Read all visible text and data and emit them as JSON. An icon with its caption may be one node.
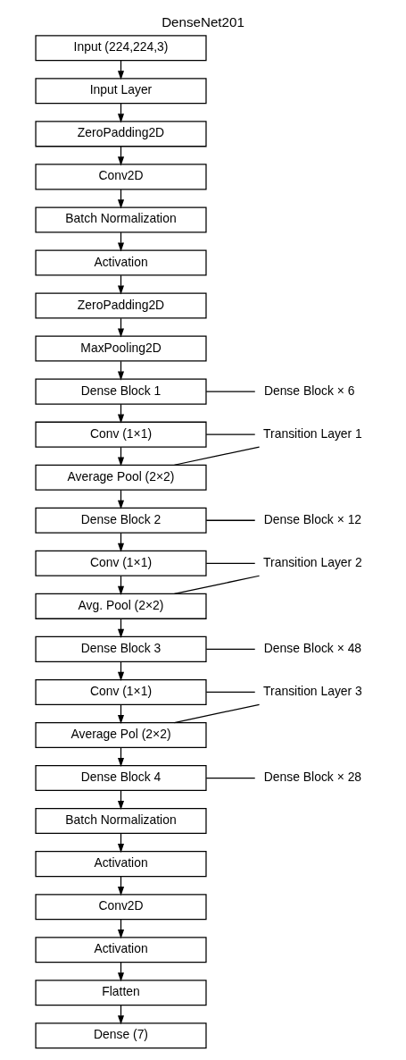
{
  "diagram": {
    "title": "DenseNet201",
    "nodes": [
      {
        "text": [
          "Input (224,224,3)"
        ]
      },
      {
        "text": [
          "Input Layer"
        ]
      },
      {
        "text": [
          "ZeroPadding2D"
        ]
      },
      {
        "text": [
          "Conv2D"
        ]
      },
      {
        "text": [
          "Batch Normalization"
        ]
      },
      {
        "text": [
          "Activation"
        ]
      },
      {
        "text": [
          "ZeroPadding2D"
        ]
      },
      {
        "text": [
          "MaxPooling2D"
        ]
      },
      {
        "text": [
          "Dense Block 1"
        ]
      },
      {
        "text": [
          "Conv (1×1)"
        ]
      },
      {
        "text": [
          "Average Pool (2×2)"
        ]
      },
      {
        "text": [
          "Dense Block 2"
        ]
      },
      {
        "text": [
          "Conv (1×1)"
        ]
      },
      {
        "text": [
          "Avg. Pool (2×2)"
        ]
      },
      {
        "text": [
          "Dense Block 3"
        ]
      },
      {
        "text": [
          "Conv (1×1)"
        ]
      },
      {
        "text": [
          "Average Pol (2×2)"
        ]
      },
      {
        "text": [
          "Dense Block 4"
        ]
      },
      {
        "text": [
          "Batch Normalization"
        ]
      },
      {
        "text": [
          "Activation"
        ]
      },
      {
        "text": [
          "Conv2D"
        ]
      },
      {
        "text": [
          "Activation"
        ]
      },
      {
        "text": [
          "Flatten"
        ]
      },
      {
        "text": [
          "Dense (7)"
        ]
      },
      {
        "text": [
          "Dense Block × 6"
        ]
      },
      {
        "text": [
          "Transition Layer 1"
        ]
      },
      {
        "text": [
          "Dense Block × 12"
        ]
      },
      {
        "text": [
          "Transition Layer 2"
        ]
      },
      {
        "text": [
          "Dense Block × 48"
        ]
      },
      {
        "text": [
          "Transition Layer 3"
        ]
      },
      {
        "text": [
          "Dense Block × 28"
        ]
      }
    ],
    "edges": [
      {
        "from": 0,
        "to": 1,
        "arrow": "to"
      },
      {
        "from": 1,
        "to": 2,
        "arrow": "to"
      },
      {
        "from": 2,
        "to": 3,
        "arrow": "to"
      },
      {
        "from": 3,
        "to": 4,
        "arrow": "to"
      },
      {
        "from": 4,
        "to": 5,
        "arrow": "to"
      },
      {
        "from": 5,
        "to": 6,
        "arrow": "to"
      },
      {
        "from": 6,
        "to": 7,
        "arrow": "to"
      },
      {
        "from": 7,
        "to": 8,
        "arrow": "to"
      },
      {
        "from": 8,
        "to": 9,
        "arrow": "to"
      },
      {
        "from": 9,
        "to": 10,
        "arrow": "to"
      },
      {
        "from": 10,
        "to": 11,
        "arrow": "to"
      },
      {
        "from": 11,
        "to": 12,
        "arrow": "to"
      },
      {
        "from": 12,
        "to": 13,
        "arrow": "to"
      },
      {
        "from": 13,
        "to": 14,
        "arrow": "to"
      },
      {
        "from": 14,
        "to": 15,
        "arrow": "to"
      },
      {
        "from": 15,
        "to": 16,
        "arrow": "to"
      },
      {
        "from": 16,
        "to": 17,
        "arrow": "to"
      },
      {
        "from": 17,
        "to": 18,
        "arrow": "to"
      },
      {
        "from": 18,
        "to": 19,
        "arrow": "to"
      },
      {
        "from": 19,
        "to": 20,
        "arrow": "to"
      },
      {
        "from": 20,
        "to": 21,
        "arrow": "to"
      },
      {
        "from": 21,
        "to": 22,
        "arrow": "to"
      },
      {
        "from": 22,
        "to": 23,
        "arrow": "to"
      },
      {
        "from": 8,
        "to": 24,
        "arrow": "none"
      },
      {
        "from": 9,
        "to": 25,
        "arrow": "none"
      },
      {
        "from": 10,
        "to": 25,
        "arrow": "none"
      },
      {
        "from": 11,
        "to": 26,
        "arrow": "none"
      },
      {
        "from": 12,
        "to": 27,
        "arrow": "none"
      },
      {
        "from": 13,
        "to": 27,
        "arrow": "none"
      },
      {
        "from": 14,
        "to": 28,
        "arrow": "none"
      },
      {
        "from": 15,
        "to": 29,
        "arrow": "none"
      },
      {
        "from": 16,
        "to": 29,
        "arrow": "none"
      },
      {
        "from": 17,
        "to": 30,
        "arrow": "none"
      }
    ]
  }
}
